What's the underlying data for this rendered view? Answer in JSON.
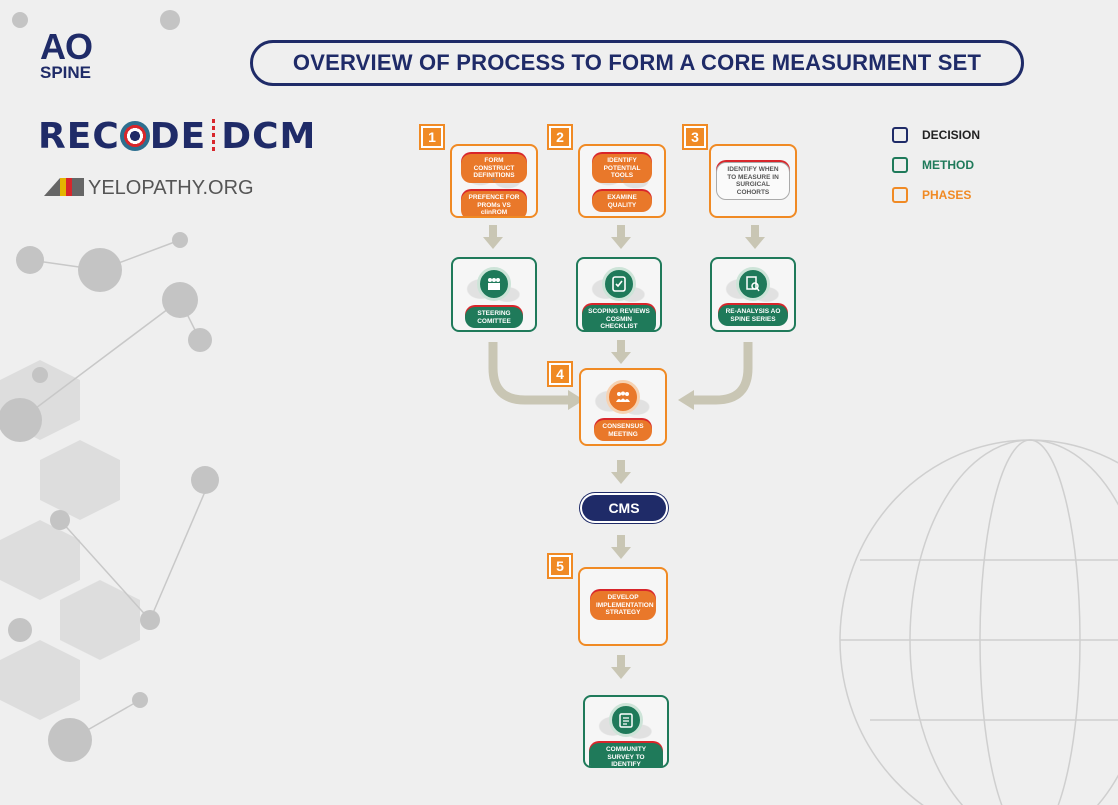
{
  "logos": {
    "ao": "AO",
    "spine": "SPINE",
    "recode_left": "REC",
    "recode_mid": "DE",
    "recode_right": "DCM",
    "myelopathy": "YELOPATHY.ORG"
  },
  "title": "OVERVIEW OF PROCESS TO FORM A CORE MEASURMENT SET",
  "legend": [
    {
      "label": "DECISION",
      "color": "#1f2b68"
    },
    {
      "label": "METHOD",
      "color": "#1f7a5a"
    },
    {
      "label": "PHASES",
      "color": "#f08a24"
    }
  ],
  "phases": {
    "p1": {
      "num": "1",
      "top": "FORM CONSTRUCT DEFINITIONS",
      "plus": "+",
      "bottom": "PREFENCE FOR PROMs VS clinROM"
    },
    "p2": {
      "num": "2",
      "top": "IDENTIFY POTENTIAL TOOLS",
      "plus": "+",
      "bottom": "EXAMINE QUALITY"
    },
    "p3": {
      "num": "3",
      "top": "IDENTIFY WHEN TO MEASURE IN SURGICAL COHORTS"
    },
    "p4": {
      "num": "4",
      "label": "CONSENSUS MEETING"
    },
    "p5": {
      "num": "5",
      "label": "DEVELOP IMPLEMENTATION STRATEGY"
    }
  },
  "methods": {
    "m1": "STEERING COMITTEE",
    "m2": "SCOPING REVIEWS COSMIN CHECKLIST",
    "m3": "RE-ANALYSIS AO SPINE SERIES",
    "m4": "COMMUNITY SURVEY TO IDENTIFY BARRIERS"
  },
  "decision": "CMS",
  "colors": {
    "navy": "#1f2b68",
    "green": "#1f7a5a",
    "orange": "#f08a24",
    "arrow": "#c9c6b4"
  }
}
